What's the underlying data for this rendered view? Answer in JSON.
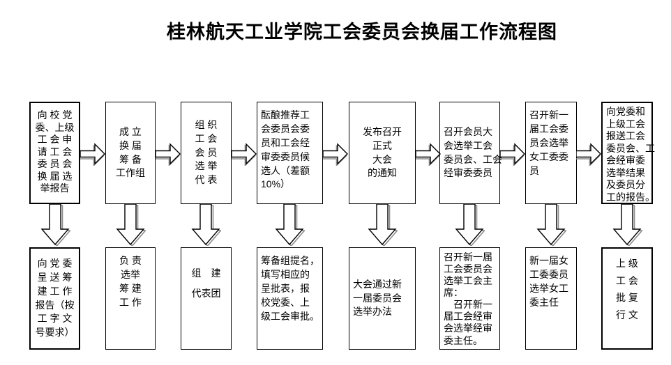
{
  "title": "桂林航天工业学院工会委员会换届工作流程图",
  "colors": {
    "box_border": "#000000",
    "arrow_fill": "#ffffff",
    "arrow_outline": "#000000",
    "arrow_shadow": "#8c8c8c"
  },
  "columns": [
    {
      "top": {
        "text": "向 校 党\n委、上级\n工 会 申\n请 工 会\n委 员 会\n换 届 选\n举报告"
      },
      "bottom": {
        "text": "向 党 委\n呈 送 筹\n建 工 作\n报告（按\n工 字 文\n号要求）"
      }
    },
    {
      "top": {
        "text": "成 立\n换 届\n筹 备\n工作组"
      },
      "bottom": {
        "text": "负 责\n选举\n筹 建\n工 作"
      }
    },
    {
      "top": {
        "text": "组 织\n工 会\n会 员\n选 举\n代 表"
      },
      "bottom": {
        "text": "组　建\n代表团"
      }
    },
    {
      "top": {
        "text": "酝酿推荐工\n会委员会委\n员和工会经\n审委委员候\n选人（差额\n10%）"
      },
      "bottom": {
        "text": "筹备组提名，\n填写相应的\n呈批表，报\n校党委、上\n级工会审批。"
      }
    },
    {
      "top": {
        "text": "发布召开\n正式\n大会\n的通知"
      },
      "bottom": {
        "text": "大会通过新\n一届委员会\n选举办法"
      }
    },
    {
      "top": {
        "text": "召开会员大\n会选举工会\n委员会、工会\n经审委委员"
      },
      "bottom": {
        "text": "召开新一届\n工会委员会\n选举工会主\n席：\n　召开新一\n届工会经审\n会选举经审\n委主任。"
      }
    },
    {
      "top": {
        "text": "召开新一\n届工会委\n员会选举\n女工委委\n员"
      },
      "bottom": {
        "text": "新一届女\n工委委员\n选举女工\n委主任"
      }
    },
    {
      "top": {
        "text": "向党委和\n上级工会\n报送工会\n委员会、工\n会经审委\n选举结果\n及委员分\n工的报告。"
      },
      "bottom": {
        "text": "上 级\n工 会\n批 复\n行 文"
      }
    }
  ]
}
